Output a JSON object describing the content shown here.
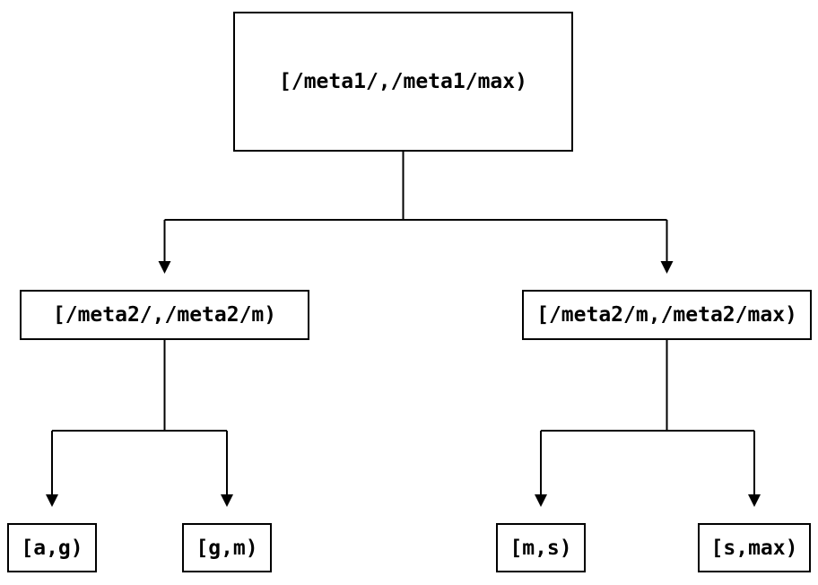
{
  "diagram": {
    "nodes": {
      "root": {
        "label": "[/meta1/,/meta1/max)"
      },
      "left": {
        "label": "[/meta2/,/meta2/m)"
      },
      "right": {
        "label": "[/meta2/m,/meta2/max)"
      },
      "leaf_ag": {
        "label": "[a,g)"
      },
      "leaf_gm": {
        "label": "[g,m)"
      },
      "leaf_ms": {
        "label": "[m,s)"
      },
      "leaf_smax": {
        "label": "[s,max)"
      }
    },
    "colors": {
      "line": "#000000",
      "box_border": "#000000",
      "text": "#000000",
      "background": "#ffffff"
    }
  }
}
